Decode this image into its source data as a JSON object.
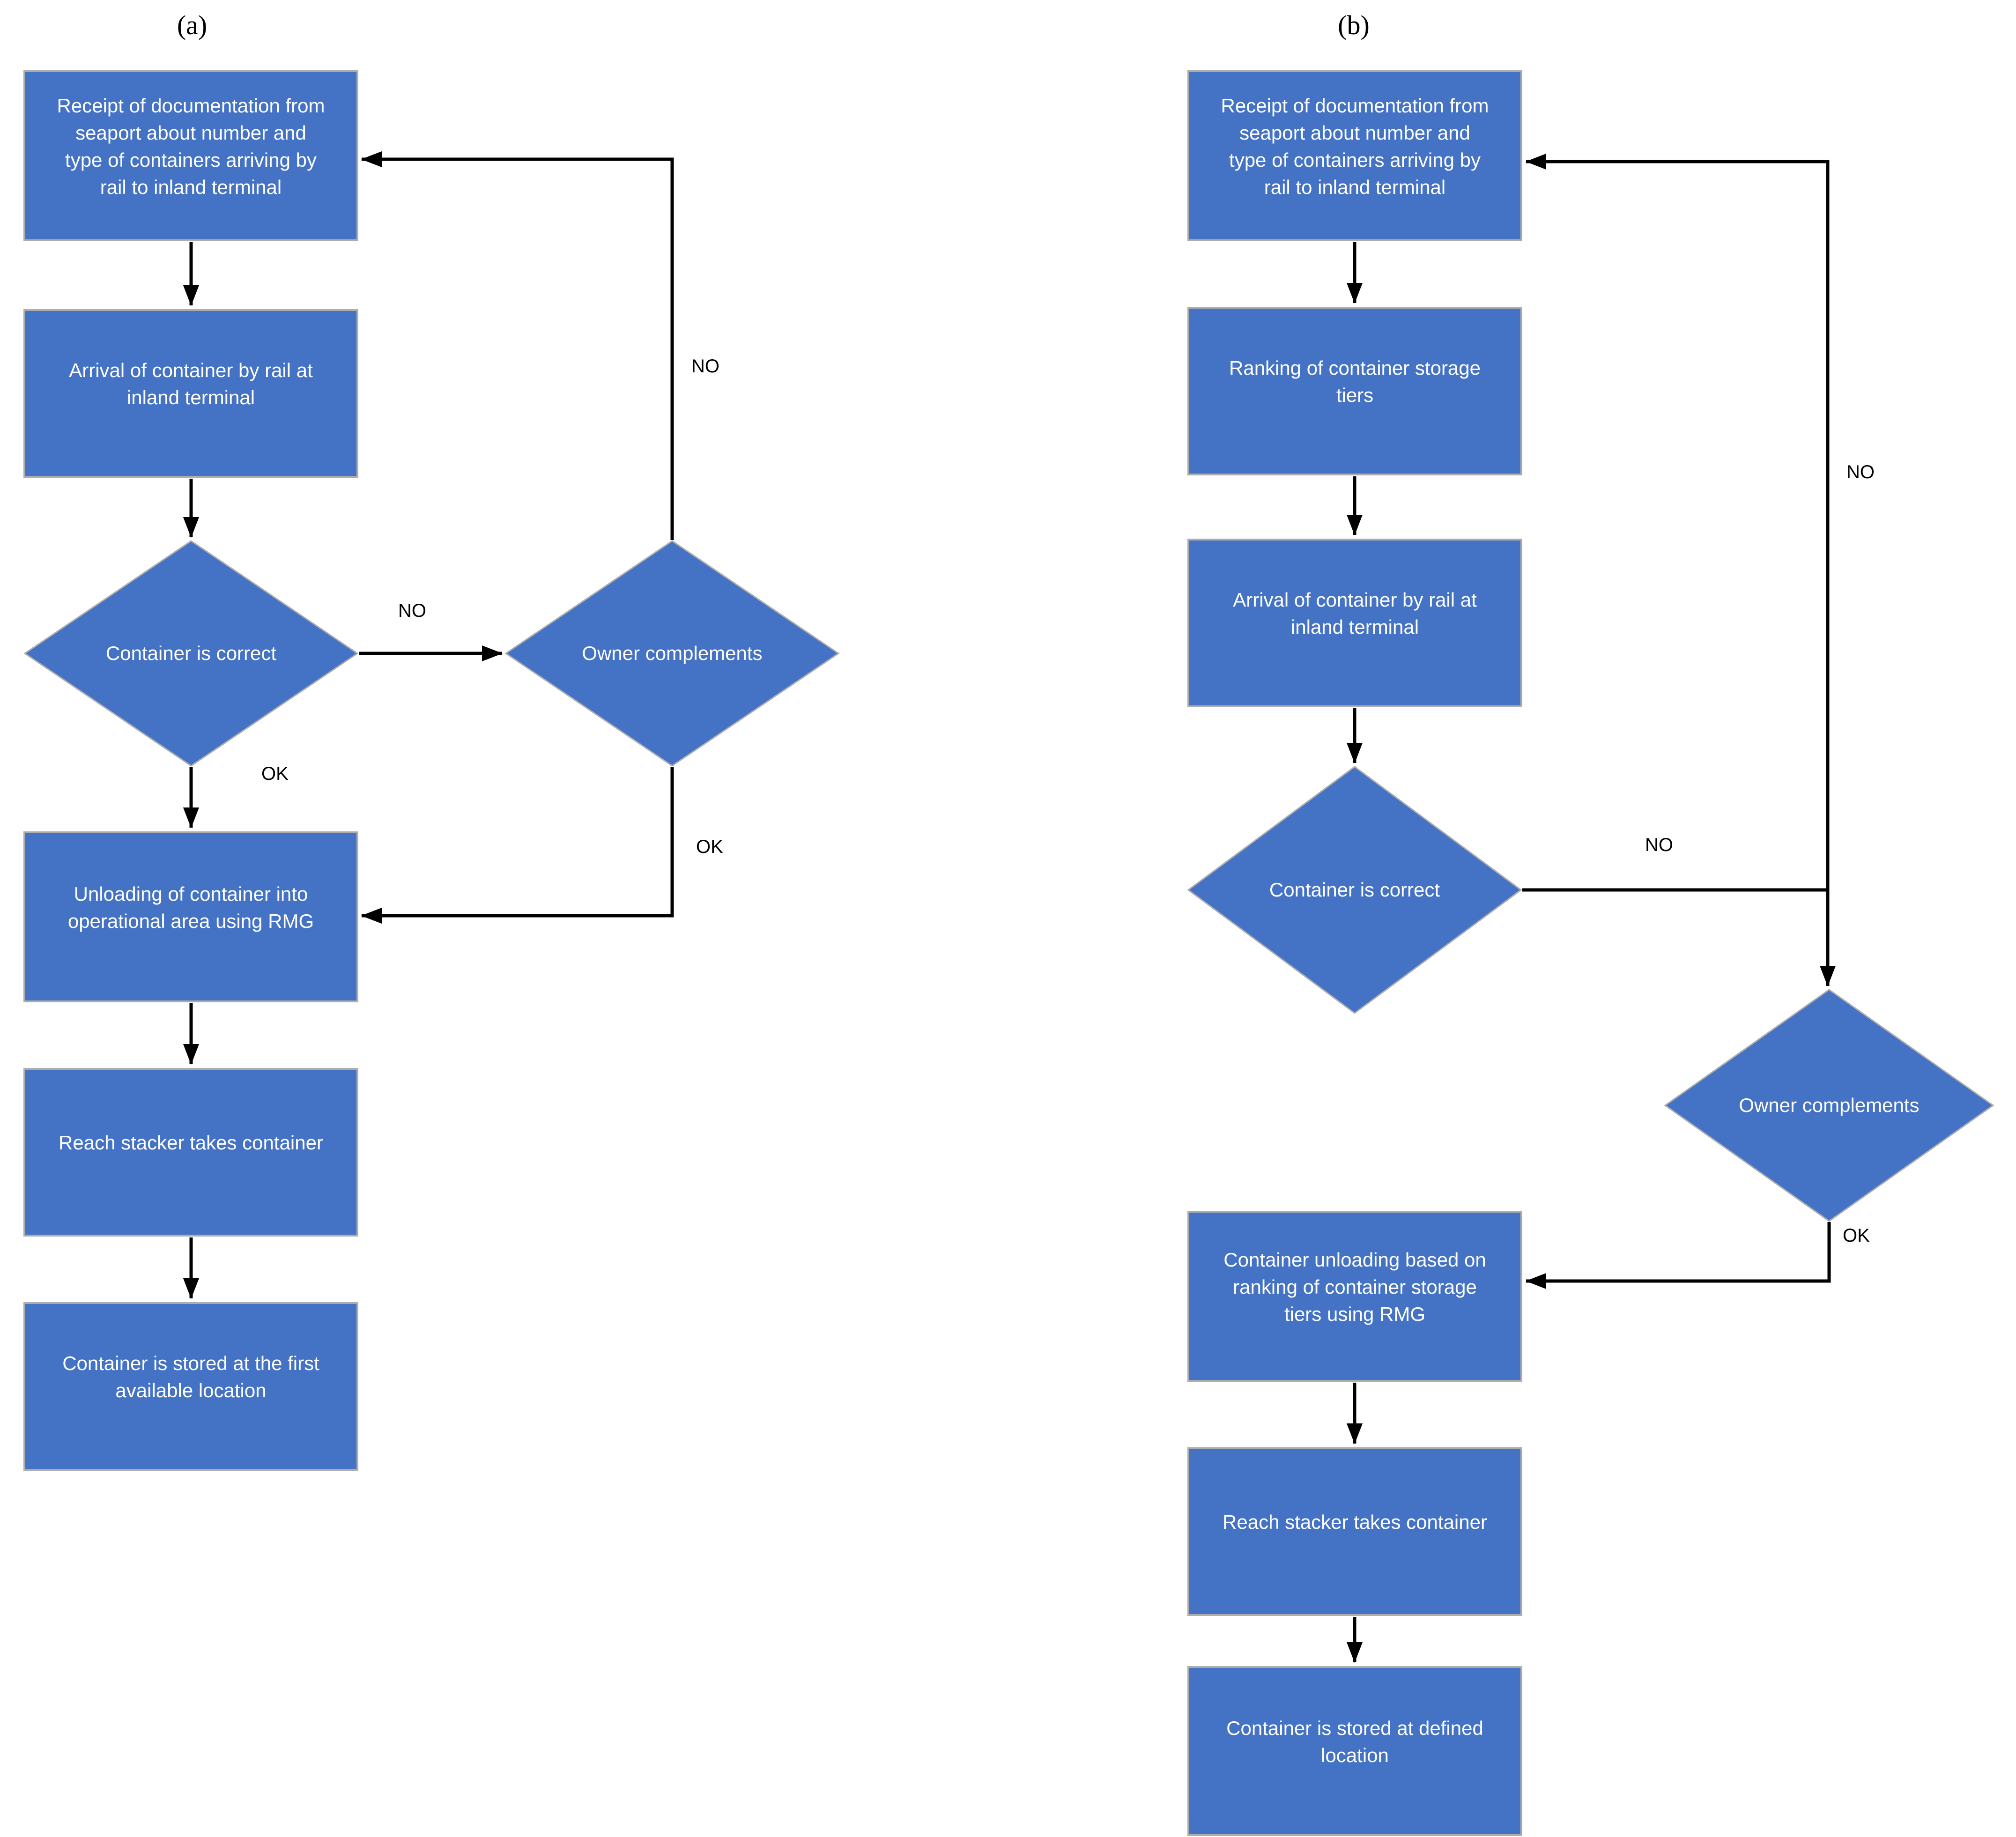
{
  "panels": [
    {
      "label": "(a)",
      "nodes": {
        "receipt": {
          "type": "process",
          "text": "Receipt of documentation from\nseaport about number and\ntype of containers arriving by\nrail to inland terminal"
        },
        "arrival": {
          "type": "process",
          "text": "Arrival of container by rail at\ninland terminal"
        },
        "container_correct": {
          "type": "decision",
          "text": "Container is correct"
        },
        "owner_complements": {
          "type": "decision",
          "text": "Owner complements"
        },
        "unloading": {
          "type": "process",
          "text": "Unloading of container into\noperational area using RMG"
        },
        "reach_stacker": {
          "type": "process",
          "text": "Reach stacker takes container"
        },
        "stored": {
          "type": "process",
          "text": "Container is stored at the first\navailable location"
        }
      },
      "edge_labels": {
        "decision_no": "NO",
        "decision_ok": "OK",
        "loop_no": "NO",
        "loop_ok": "OK"
      }
    },
    {
      "label": "(b)",
      "nodes": {
        "receipt": {
          "type": "process",
          "text": "Receipt of documentation from\nseaport about number and\ntype of containers arriving by\nrail to inland terminal"
        },
        "ranking": {
          "type": "process",
          "text": "Ranking of container storage\ntiers"
        },
        "arrival": {
          "type": "process",
          "text": "Arrival of container by rail at\ninland terminal"
        },
        "container_correct": {
          "type": "decision",
          "text": "Container is correct"
        },
        "owner_complements": {
          "type": "decision",
          "text": "Owner complements"
        },
        "unloading": {
          "type": "process",
          "text": "Container unloading based on\nranking of container storage\ntiers using RMG"
        },
        "reach_stacker": {
          "type": "process",
          "text": "Reach stacker takes container"
        },
        "stored": {
          "type": "process",
          "text": "Container is stored at defined\nlocation"
        }
      },
      "edge_labels": {
        "decision_no": "NO",
        "decision_ok": "OK",
        "loop_no": "NO",
        "loop_ok": "OK"
      }
    }
  ],
  "colors": {
    "node_fill": "#4472C4",
    "node_border": "#ADADAD",
    "node_text": "#FFFFFF",
    "arrow": "#000000",
    "label_text": "#000000",
    "background": "#FFFFFF"
  }
}
